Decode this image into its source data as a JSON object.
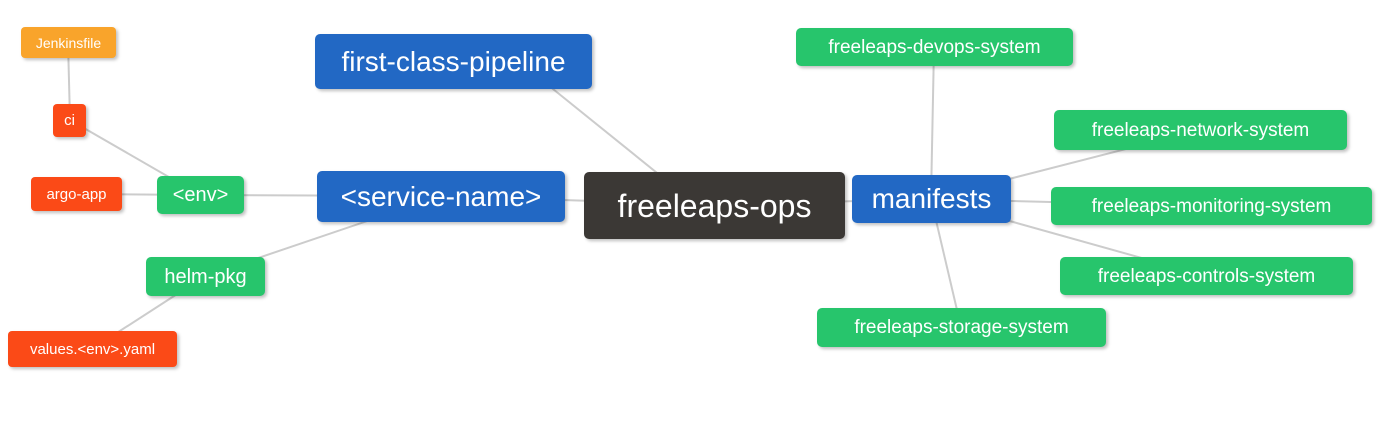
{
  "palette": {
    "amber": "#F9A42B",
    "red": "#FB4A17",
    "green": "#27C56C",
    "blue": "#2268C4",
    "dark": "#3B3835",
    "edge": "#CCCCCC",
    "node_text": "#FFFFFF",
    "background": "#FFFFFF"
  },
  "diagram": {
    "type": "mindmap",
    "root": "freeleaps-ops",
    "nodes": {
      "jenkinsfile": {
        "label": "Jenkinsfile",
        "color_role": "amber"
      },
      "ci": {
        "label": "ci",
        "color_role": "red"
      },
      "argo_app": {
        "label": "argo-app",
        "color_role": "red"
      },
      "env": {
        "label": "<env>",
        "color_role": "green"
      },
      "helm_pkg": {
        "label": "helm-pkg",
        "color_role": "green"
      },
      "values_yaml": {
        "label": "values.<env>.yaml",
        "color_role": "red"
      },
      "first_class_pipeline": {
        "label": "first-class-pipeline",
        "color_role": "blue"
      },
      "service_name": {
        "label": "<service-name>",
        "color_role": "blue"
      },
      "freeleaps_ops": {
        "label": "freeleaps-ops",
        "color_role": "dark"
      },
      "manifests": {
        "label": "manifests",
        "color_role": "blue"
      },
      "devops_system": {
        "label": "freeleaps-devops-system",
        "color_role": "green"
      },
      "network_system": {
        "label": "freeleaps-network-system",
        "color_role": "green"
      },
      "monitoring_system": {
        "label": "freeleaps-monitoring-system",
        "color_role": "green"
      },
      "controls_system": {
        "label": "freeleaps-controls-system",
        "color_role": "green"
      },
      "storage_system": {
        "label": "freeleaps-storage-system",
        "color_role": "green"
      }
    },
    "edges": [
      [
        "jenkinsfile",
        "ci"
      ],
      [
        "ci",
        "env"
      ],
      [
        "argo_app",
        "env"
      ],
      [
        "env",
        "service_name"
      ],
      [
        "helm_pkg",
        "service_name"
      ],
      [
        "helm_pkg",
        "values_yaml"
      ],
      [
        "first_class_pipeline",
        "freeleaps_ops"
      ],
      [
        "service_name",
        "freeleaps_ops"
      ],
      [
        "freeleaps_ops",
        "manifests"
      ],
      [
        "manifests",
        "devops_system"
      ],
      [
        "manifests",
        "network_system"
      ],
      [
        "manifests",
        "monitoring_system"
      ],
      [
        "manifests",
        "controls_system"
      ],
      [
        "manifests",
        "storage_system"
      ]
    ]
  }
}
